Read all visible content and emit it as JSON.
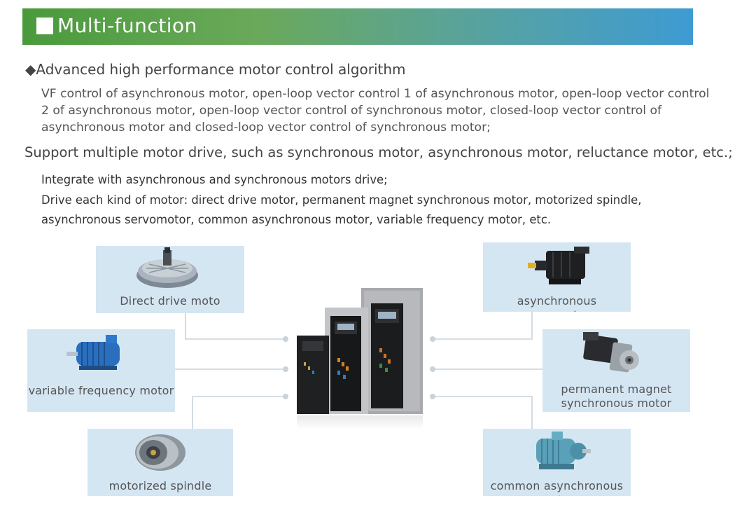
{
  "header": {
    "title": "Multi-function"
  },
  "section1": {
    "heading": "◆Advanced high performance motor control algorithm",
    "lines": [
      "VF control of asynchronous motor, open-loop vector control 1 of asynchronous motor, open-loop vector control",
      "2 of asynchronous motor, open-loop vector control of synchronous motor, closed-loop vector control of",
      "asynchronous motor and closed-loop vector control of synchronous motor;"
    ]
  },
  "section2": {
    "heading": "Support multiple motor drive, such as synchronous motor, asynchronous motor, reluctance motor, etc.;",
    "lines": [
      "Integrate with asynchronous and synchronous motors drive;",
      "Drive each kind of motor: direct drive motor, permanent magnet synchronous motor, motorized spindle,",
      "asynchronous servomotor, common asynchronous motor, variable frequency motor, etc."
    ]
  },
  "motors": {
    "direct_drive": {
      "label": "Direct drive moto",
      "icon": "direct-drive-motor-icon"
    },
    "variable_frequency": {
      "label": "variable frequency motor",
      "icon": "variable-frequency-motor-icon"
    },
    "motorized_spindle": {
      "label": "motorized spindle",
      "icon": "motorized-spindle-icon"
    },
    "async_servo": {
      "label": "asynchronous servomotor",
      "icon": "servomotor-icon"
    },
    "pm_sync": {
      "label_line1": "permanent magnet",
      "label_line2": "synchronous motor",
      "icon": "pm-synchronous-motor-icon"
    },
    "common_async": {
      "label": "common asynchronous motor",
      "icon": "async-motor-icon"
    }
  },
  "colors": {
    "banner_start": "#4a9a3c",
    "banner_end": "#3e9bd3",
    "card_bg": "#d5e6f3",
    "connector": "#c8d3dc"
  }
}
